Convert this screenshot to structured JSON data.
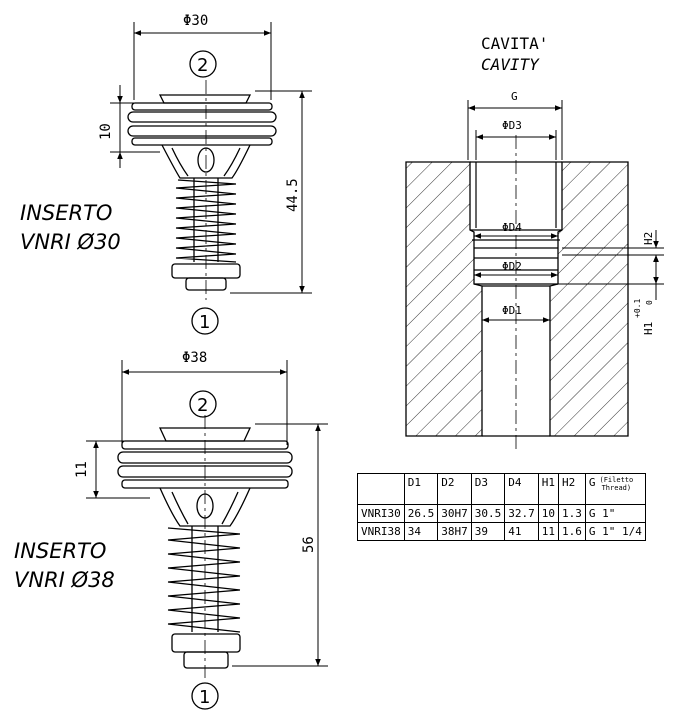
{
  "insert_30": {
    "dim_diameter": "Φ30",
    "dim_height": "10",
    "dim_length": "44.5",
    "callout_top": "2",
    "callout_bottom": "1",
    "label_line1": "INSERTO",
    "label_line2": "VNRI  Ø30"
  },
  "insert_38": {
    "dim_diameter": "Φ38",
    "dim_height": "11",
    "dim_length": "56",
    "callout_top": "2",
    "callout_bottom": "1",
    "label_line1": "INSERTO",
    "label_line2": "VNRI  Ø38"
  },
  "cavity": {
    "title_it": "CAVITA'",
    "title_en": "CAVITY",
    "dim_g": "G",
    "dim_d3": "ΦD3",
    "dim_d4": "ΦD4",
    "dim_d2": "ΦD2",
    "dim_d1": "ΦD1",
    "dim_h2": "H2",
    "dim_h1": "H1",
    "dim_h1_tol_upper": "+0.1",
    "dim_h1_tol_lower": "0"
  },
  "table": {
    "headers": [
      "",
      "D1",
      "D2",
      "D3",
      "D4",
      "H1",
      "H2",
      "G"
    ],
    "g_note_line1": "(Filetto",
    "g_note_line2": "Thread)",
    "rows": [
      [
        "VNRI30",
        "26.5",
        "30H7",
        "30.5",
        "32.7",
        "10",
        "1.3",
        "G 1\""
      ],
      [
        "VNRI38",
        "34",
        "38H7",
        "39",
        "41",
        "11",
        "1.6",
        "G 1\" 1/4"
      ]
    ]
  }
}
